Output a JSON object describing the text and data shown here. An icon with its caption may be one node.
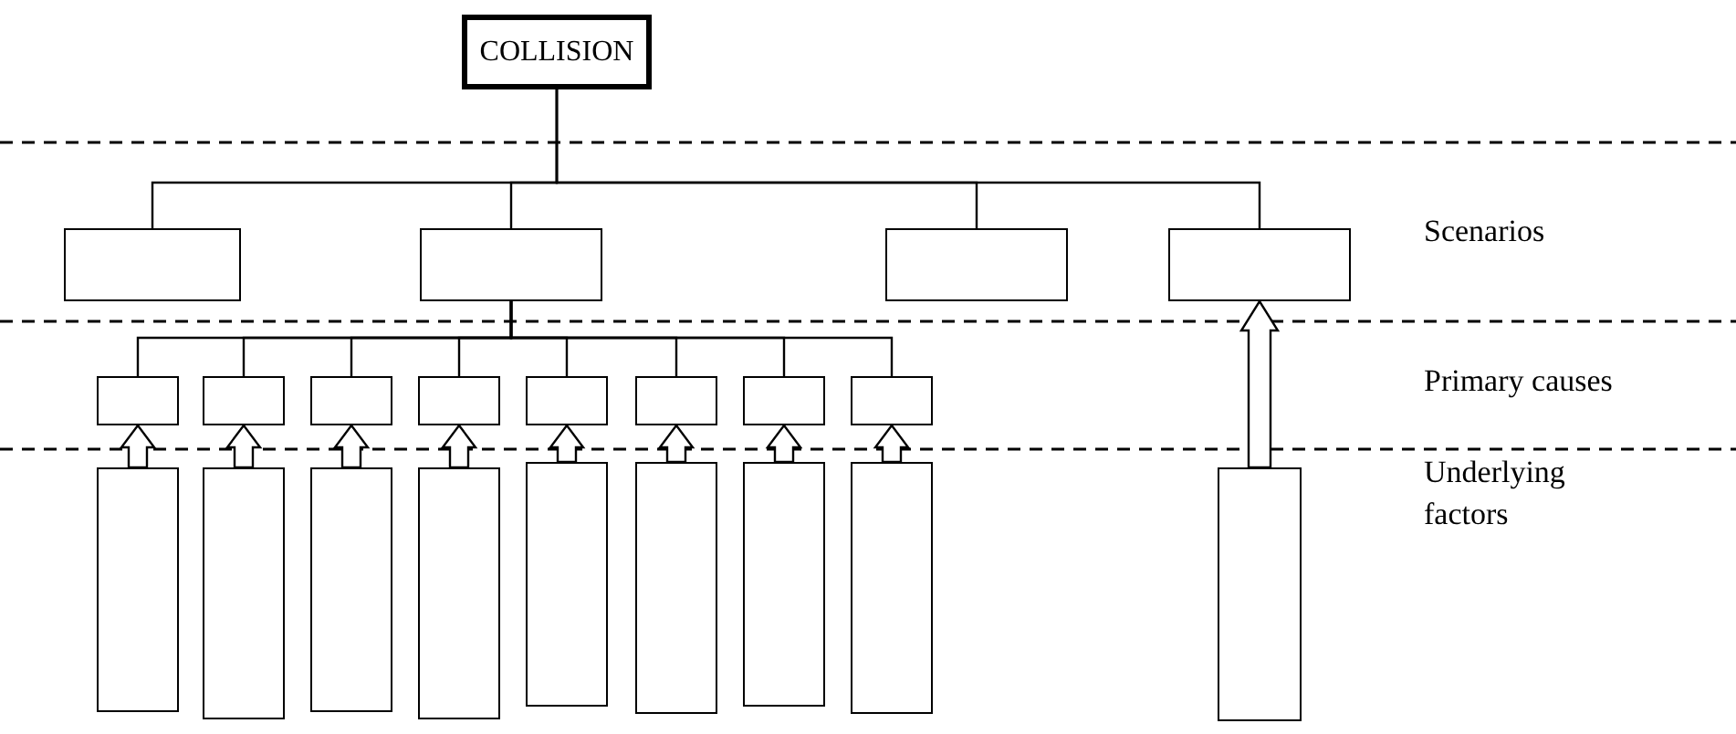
{
  "diagram": {
    "nodes": [
      {
        "text": [
          "COLLISION"
        ]
      },
      {
        "text": [],
        "shape": "box"
      },
      {
        "text": [],
        "shape": "box"
      },
      {
        "text": [],
        "shape": "box"
      },
      {
        "text": [],
        "shape": "box"
      },
      {
        "text": [],
        "shape": "box"
      },
      {
        "text": [],
        "shape": "box"
      },
      {
        "text": [],
        "shape": "box"
      },
      {
        "text": [],
        "shape": "box"
      },
      {
        "text": [],
        "shape": "box"
      },
      {
        "text": [],
        "shape": "box"
      },
      {
        "text": [],
        "shape": "box"
      },
      {
        "text": [],
        "shape": "box"
      },
      {
        "text": [],
        "shape": "box"
      },
      {
        "text": [],
        "shape": "box"
      },
      {
        "text": [],
        "shape": "box"
      },
      {
        "text": [],
        "shape": "box"
      },
      {
        "text": [],
        "shape": "box"
      },
      {
        "text": [],
        "shape": "box"
      },
      {
        "text": [],
        "shape": "box"
      },
      {
        "text": [],
        "shape": "box"
      },
      {
        "text": [],
        "shape": "box"
      }
    ],
    "edges": [
      {
        "from": 0,
        "to": 1,
        "arrow": "none"
      },
      {
        "from": 0,
        "to": 2,
        "arrow": "none"
      },
      {
        "from": 0,
        "to": 3,
        "arrow": "none"
      },
      {
        "from": 0,
        "to": 4,
        "arrow": "none"
      },
      {
        "from": 2,
        "to": 5,
        "arrow": "none"
      },
      {
        "from": 2,
        "to": 6,
        "arrow": "none"
      },
      {
        "from": 2,
        "to": 7,
        "arrow": "none"
      },
      {
        "from": 2,
        "to": 8,
        "arrow": "none"
      },
      {
        "from": 2,
        "to": 9,
        "arrow": "none"
      },
      {
        "from": 2,
        "to": 10,
        "arrow": "none"
      },
      {
        "from": 2,
        "to": 11,
        "arrow": "none"
      },
      {
        "from": 2,
        "to": 12,
        "arrow": "none"
      },
      {
        "from": 13,
        "to": 5,
        "arrow": "to"
      },
      {
        "from": 14,
        "to": 6,
        "arrow": "to"
      },
      {
        "from": 15,
        "to": 7,
        "arrow": "to"
      },
      {
        "from": 16,
        "to": 8,
        "arrow": "to"
      },
      {
        "from": 17,
        "to": 9,
        "arrow": "to"
      },
      {
        "from": 18,
        "to": 10,
        "arrow": "to"
      },
      {
        "from": 19,
        "to": 11,
        "arrow": "to"
      },
      {
        "from": 20,
        "to": 12,
        "arrow": "to"
      },
      {
        "from": 21,
        "to": 4,
        "arrow": "to"
      }
    ],
    "labels": [
      "Scenarios",
      "Primary causes",
      "Underlying factors"
    ]
  }
}
